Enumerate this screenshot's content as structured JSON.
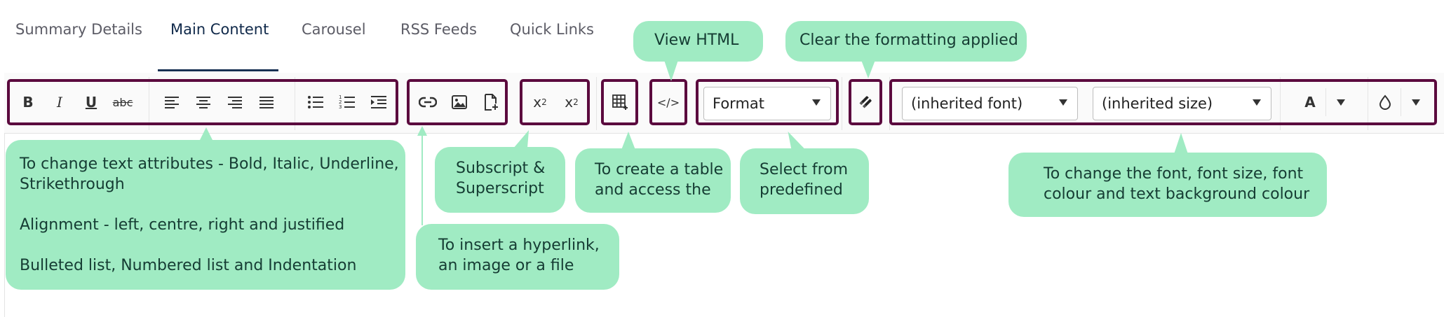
{
  "tabs": [
    {
      "label": "Summary Details"
    },
    {
      "label": "Main Content"
    },
    {
      "label": "Carousel"
    },
    {
      "label": "RSS Feeds"
    },
    {
      "label": "Quick Links"
    }
  ],
  "active_tab": "Main Content",
  "toolbar": {
    "bold": "B",
    "italic": "I",
    "underline": "U",
    "strikethrough": "abc",
    "subscript": "x",
    "subscript_mark": "2",
    "superscript": "x",
    "superscript_mark": "2",
    "view_html": "</>",
    "font_color": "A",
    "format_select": "Format",
    "font_select": "(inherited font)",
    "size_select": "(inherited size)"
  },
  "callouts": {
    "view_html": "View HTML",
    "clear_formatting": "Clear the formatting applied",
    "text_attributes": "To change text attributes - Bold, Italic, Underline,",
    "text_attributes_2": "Strikethrough",
    "alignment": "Alignment - left, centre, right and justified",
    "lists": "Bulleted list, Numbered list and Indentation",
    "subscript_1": "Subscript &",
    "subscript_2": "Superscript",
    "table_1": "To create a table",
    "table_2": "and access the",
    "format_1": "Select from",
    "format_2": "predefined",
    "font_1": "To change the font, font size, font",
    "font_2": "colour and text background colour",
    "hyperlink_1": "To insert a hyperlink,",
    "hyperlink_2": "an image or a file"
  },
  "colors": {
    "highlight_border": "#5b0a3e",
    "callout_bg": "#a0ebc3",
    "active_tab_underline": "#183153"
  }
}
